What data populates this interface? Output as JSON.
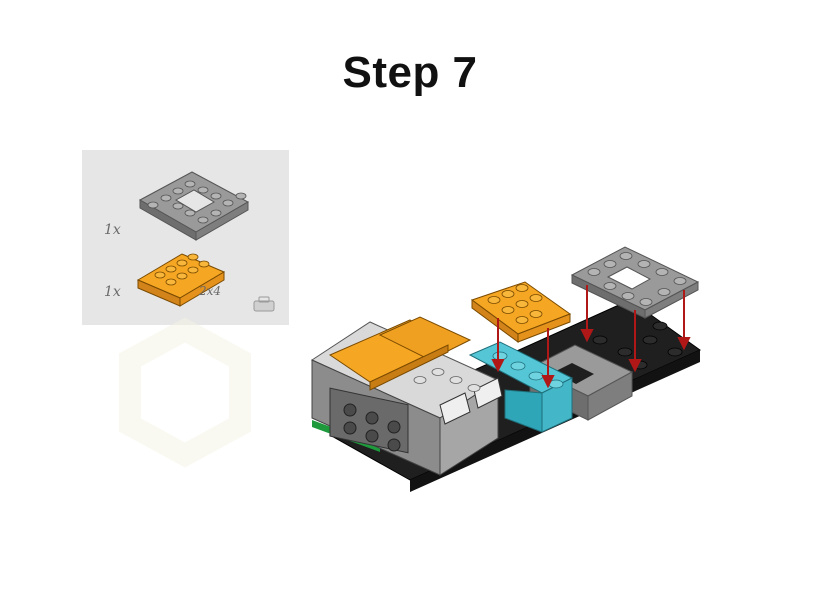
{
  "title": "Step 7",
  "parts_list": {
    "items": [
      {
        "quantity": "1x",
        "part": "gray-frame-plate-icon",
        "color": "#8c8c8c"
      },
      {
        "quantity": "1x",
        "part": "orange-plate-2x4-icon",
        "color": "#f0a020",
        "size_label": "2x4"
      }
    ]
  },
  "assembly": {
    "subparts": [
      "hub",
      "orange-plate-2x4",
      "gray-frame-plate",
      "teal-bricks",
      "black-base-plate"
    ],
    "arrow_color": "#b01818"
  }
}
